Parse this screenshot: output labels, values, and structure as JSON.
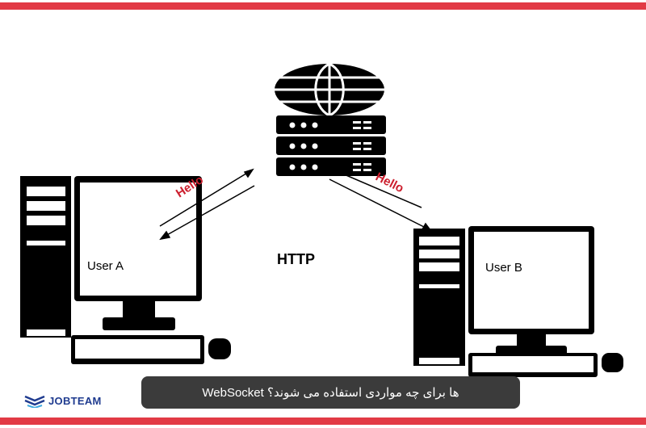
{
  "diagram": {
    "user_a_label": "User A",
    "user_b_label": "User B",
    "protocol_label": "HTTP",
    "message_left": "Hello",
    "message_right": "Hello"
  },
  "caption": {
    "text": "WebSocket ها برای چه مواردی استفاده می شوند؟"
  },
  "brand": {
    "name": "JOBTEAM"
  },
  "colors": {
    "accent_red": "#e23a45",
    "message_red": "#cc1f2e",
    "caption_bg": "#3b3b3b",
    "brand_blue": "#1f3b8f"
  }
}
